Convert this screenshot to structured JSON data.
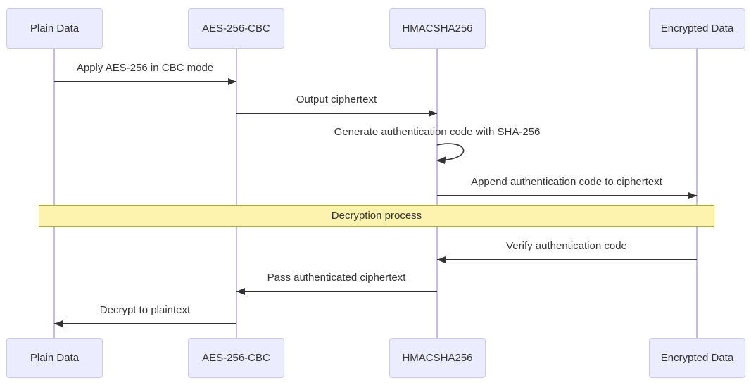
{
  "diagram": {
    "type": "sequence-diagram",
    "actors": [
      {
        "label": "Plain Data"
      },
      {
        "label": "AES-256-CBC"
      },
      {
        "label": "HMACSHA256"
      },
      {
        "label": "Encrypted Data"
      }
    ],
    "messages": [
      {
        "label": "Apply AES-256 in CBC mode",
        "from": "Plain Data",
        "to": "AES-256-CBC",
        "direction": "right"
      },
      {
        "label": "Output ciphertext",
        "from": "AES-256-CBC",
        "to": "HMACSHA256",
        "direction": "right"
      },
      {
        "label": "Generate authentication code with SHA-256",
        "from": "HMACSHA256",
        "to": "HMACSHA256",
        "direction": "self"
      },
      {
        "label": "Append authentication code to ciphertext",
        "from": "HMACSHA256",
        "to": "Encrypted Data",
        "direction": "right"
      },
      {
        "label": "Verify authentication code",
        "from": "Encrypted Data",
        "to": "HMACSHA256",
        "direction": "left"
      },
      {
        "label": "Pass authenticated ciphertext",
        "from": "HMACSHA256",
        "to": "AES-256-CBC",
        "direction": "left"
      },
      {
        "label": "Decrypt to plaintext",
        "from": "AES-256-CBC",
        "to": "Plain Data",
        "direction": "left"
      }
    ],
    "note": {
      "label": "Decryption process",
      "span": "all-participants"
    },
    "colors": {
      "actor_fill": "#ECECFF",
      "actor_border": "#CCC9E8",
      "lifeline": "#C9BBE8",
      "arrow": "#333333",
      "text": "#333333",
      "note_fill": "#FDF3AF",
      "note_border": "#AAAA33",
      "background": "#FFFFFF"
    }
  }
}
